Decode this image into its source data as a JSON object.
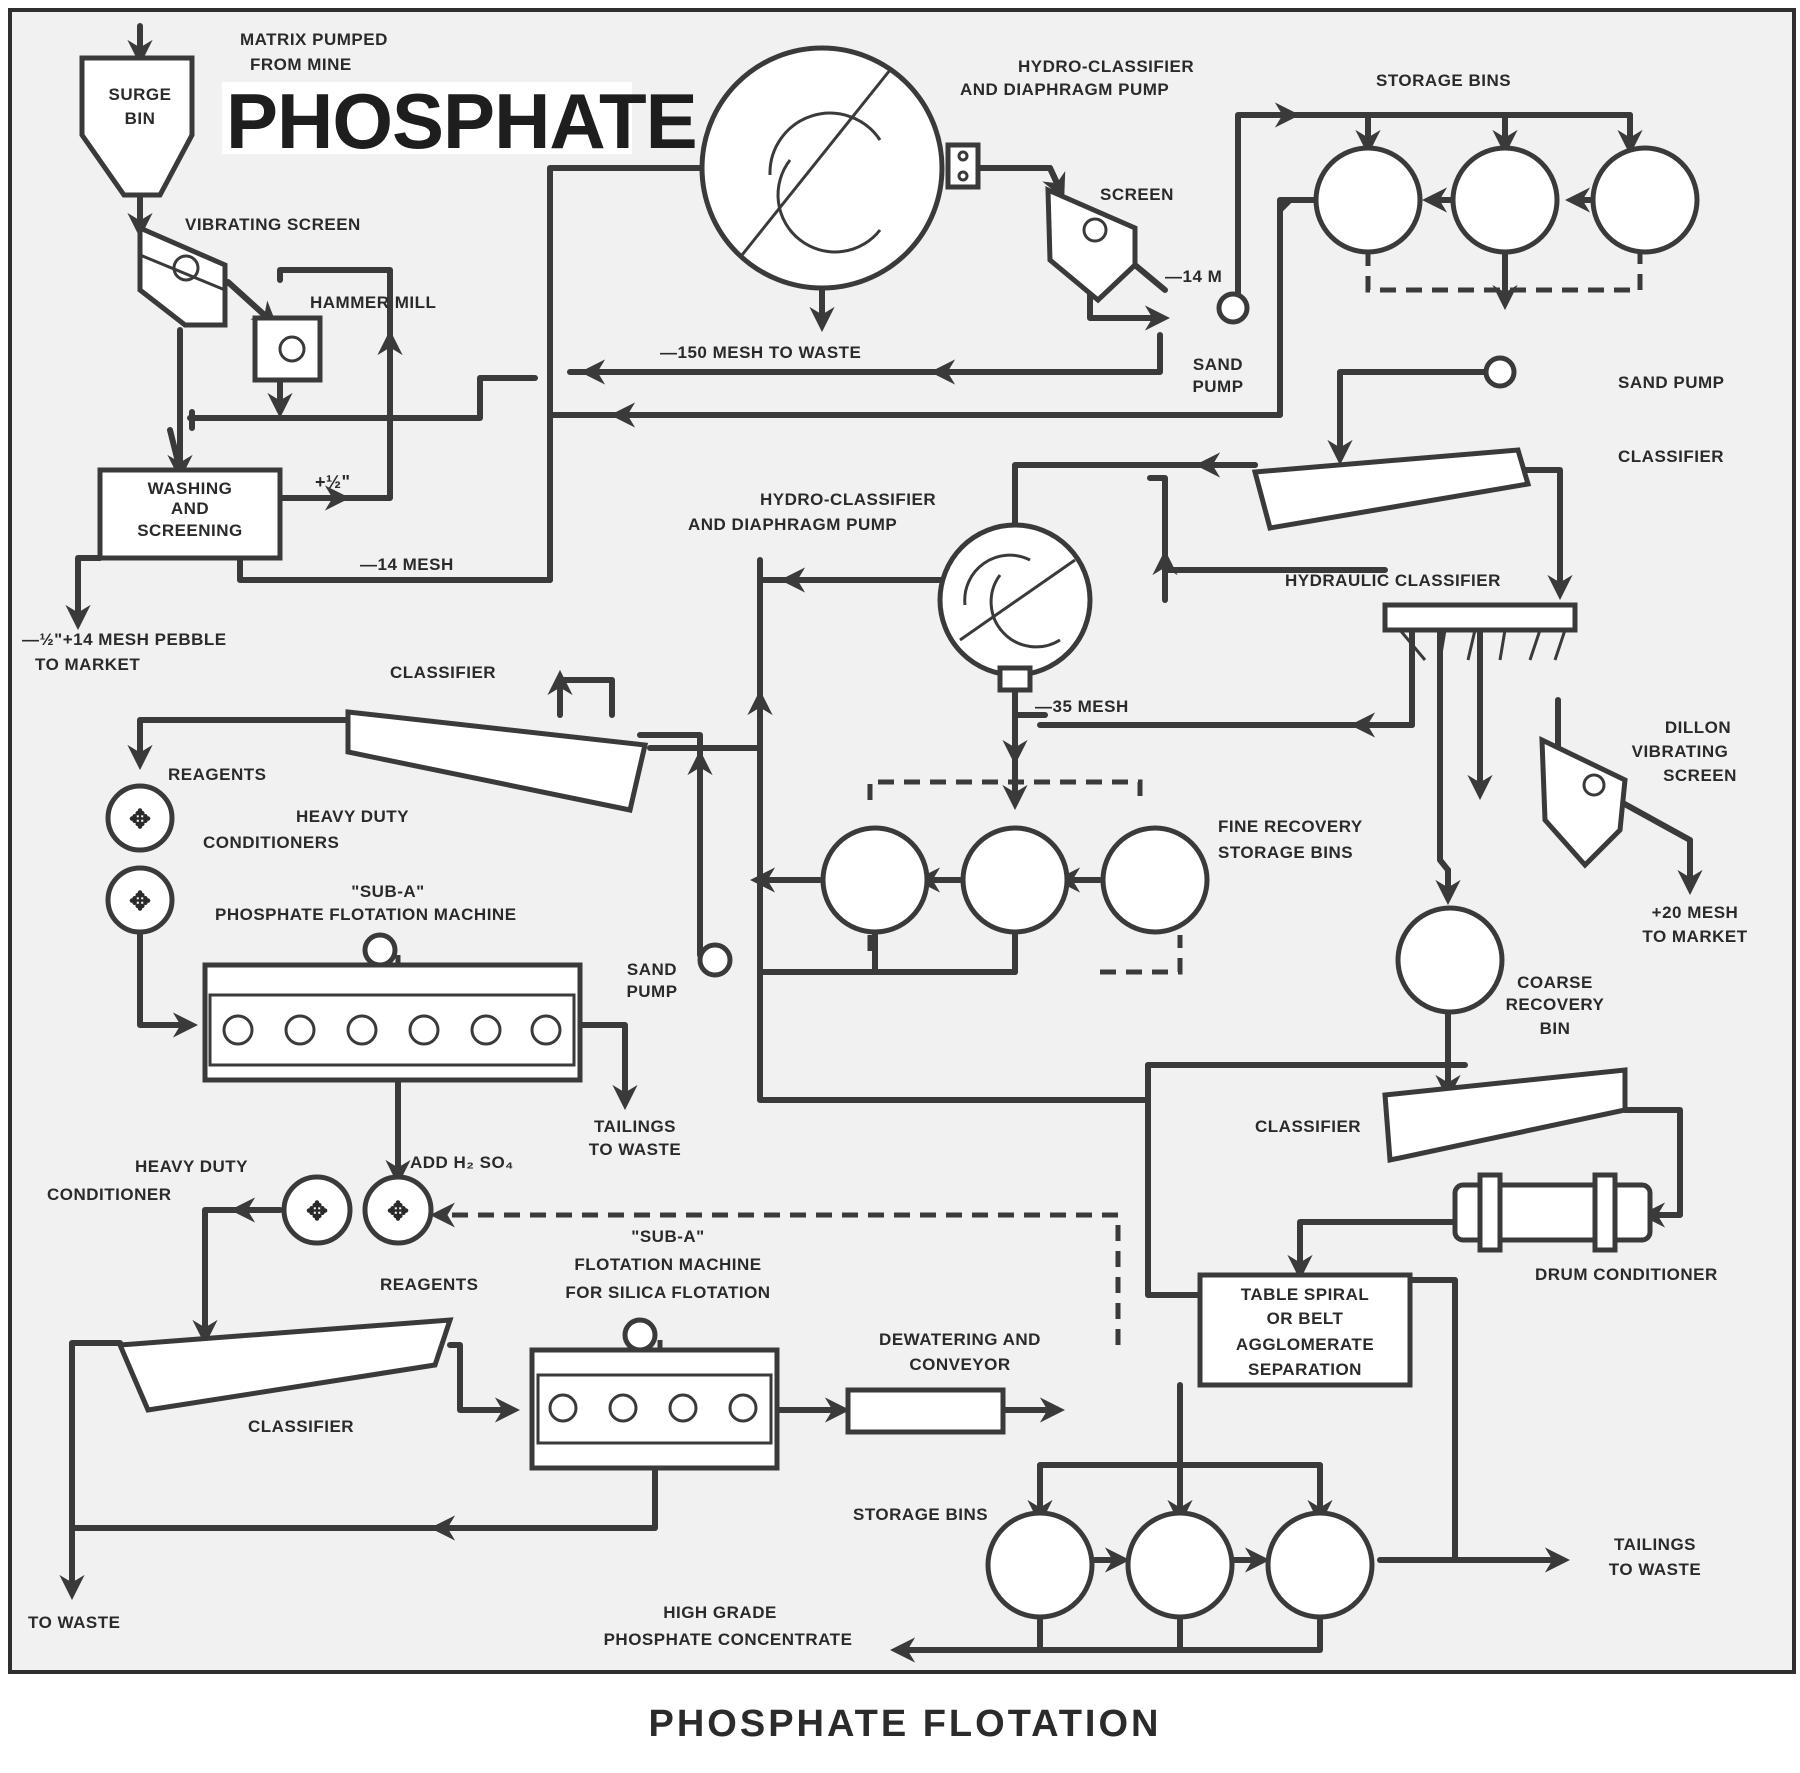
{
  "labels": {
    "matrix": [
      "MATRIX PUMPED",
      "FROM MINE"
    ],
    "surge_bin": [
      "SURGE",
      "BIN"
    ],
    "phosphate_banner": "PHOSPHATE",
    "hydro_classifier_top": [
      "HYDRO-CLASSIFIER",
      "AND DIAPHRAGM PUMP"
    ],
    "storage_bins_top": "STORAGE BINS",
    "vibrating_screen": "VIBRATING SCREEN",
    "screen": "SCREEN",
    "minus_14m": "—14 M",
    "hammer_mill": "HAMMER MILL",
    "sand_pump_top": [
      "SAND",
      "PUMP"
    ],
    "minus_150_mesh": "—150 MESH TO WASTE",
    "sand_pump_right": "SAND PUMP",
    "classifier_right": "CLASSIFIER",
    "washing": [
      "WASHING",
      "AND",
      "SCREENING"
    ],
    "plus_half": "+½\"",
    "hydro_classifier_mid": [
      "HYDRO-CLASSIFIER",
      "AND DIAPHRAGM PUMP"
    ],
    "minus_14_mesh": "—14 MESH",
    "hydraulic_classifier": "HYDRAULIC CLASSIFIER",
    "pebble": [
      "—½\"+14 MESH PEBBLE",
      "TO MARKET"
    ],
    "classifier_mid": "CLASSIFIER",
    "minus_35_mesh": "—35 MESH",
    "dillon": [
      "DILLON",
      "VIBRATING",
      "SCREEN"
    ],
    "reagents_1": "REAGENTS",
    "heavy_duty_conditioners": [
      "HEAVY DUTY",
      "CONDITIONERS"
    ],
    "fine_recovery": [
      "FINE RECOVERY",
      "STORAGE BINS"
    ],
    "plus_20_mesh": [
      "+20 MESH",
      "TO MARKET"
    ],
    "sub_a_1": [
      "\"SUB-A\"",
      "PHOSPHATE FLOTATION MACHINE"
    ],
    "sand_pump_mid": [
      "SAND",
      "PUMP"
    ],
    "coarse_recovery": [
      "COARSE",
      "RECOVERY",
      "BIN"
    ],
    "tailings_1": [
      "TAILINGS",
      "TO WASTE"
    ],
    "classifier_lower": "CLASSIFIER",
    "heavy_duty_conditioner": [
      "HEAVY DUTY",
      "CONDITIONER"
    ],
    "add_h2so4": "ADD H₂ SO₄",
    "drum_conditioner": "DRUM CONDITIONER",
    "sub_a_2": [
      "\"SUB-A\"",
      "FLOTATION MACHINE",
      "FOR SILICA FLOTATION"
    ],
    "reagents_2": "REAGENTS",
    "table_spiral": [
      "TABLE SPIRAL",
      "OR BELT",
      "AGGLOMERATE",
      "SEPARATION"
    ],
    "dewatering": [
      "DEWATERING AND",
      "CONVEYOR"
    ],
    "classifier_bottom": "CLASSIFIER",
    "storage_bins_bottom": "STORAGE BINS",
    "tailings_2": [
      "TAILINGS",
      "TO WASTE"
    ],
    "to_waste": "TO WASTE",
    "high_grade": [
      "HIGH GRADE",
      "PHOSPHATE CONCENTRATE"
    ]
  },
  "caption": "PHOSPHATE FLOTATION"
}
